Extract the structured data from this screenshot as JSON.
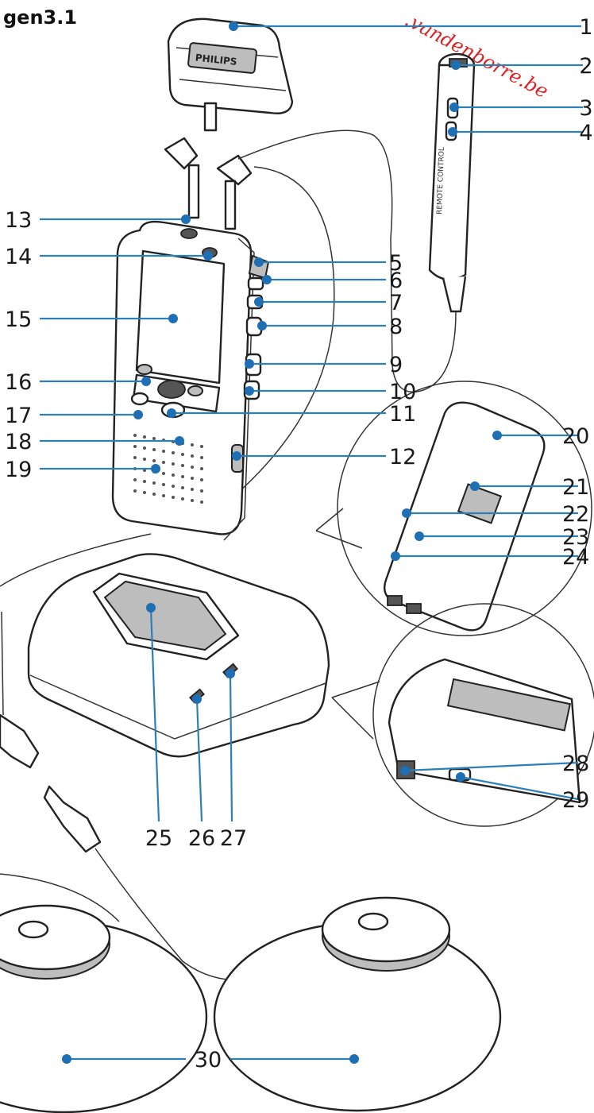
{
  "title": "gen3.1",
  "watermark": ".vandenborre.be",
  "device_labels": [
    "PHILIPS",
    "REMOTE CONTROL"
  ],
  "callouts": [
    "1",
    "2",
    "3",
    "4",
    "5",
    "6",
    "7",
    "8",
    "9",
    "10",
    "11",
    "12",
    "13",
    "14",
    "15",
    "16",
    "17",
    "18",
    "19",
    "20",
    "21",
    "22",
    "23",
    "24",
    "25",
    "26",
    "27",
    "28",
    "29",
    "30"
  ],
  "colors": {
    "leader": "#2e7fb8",
    "dot": "#1f6fb5",
    "watermark": "#e02020"
  }
}
